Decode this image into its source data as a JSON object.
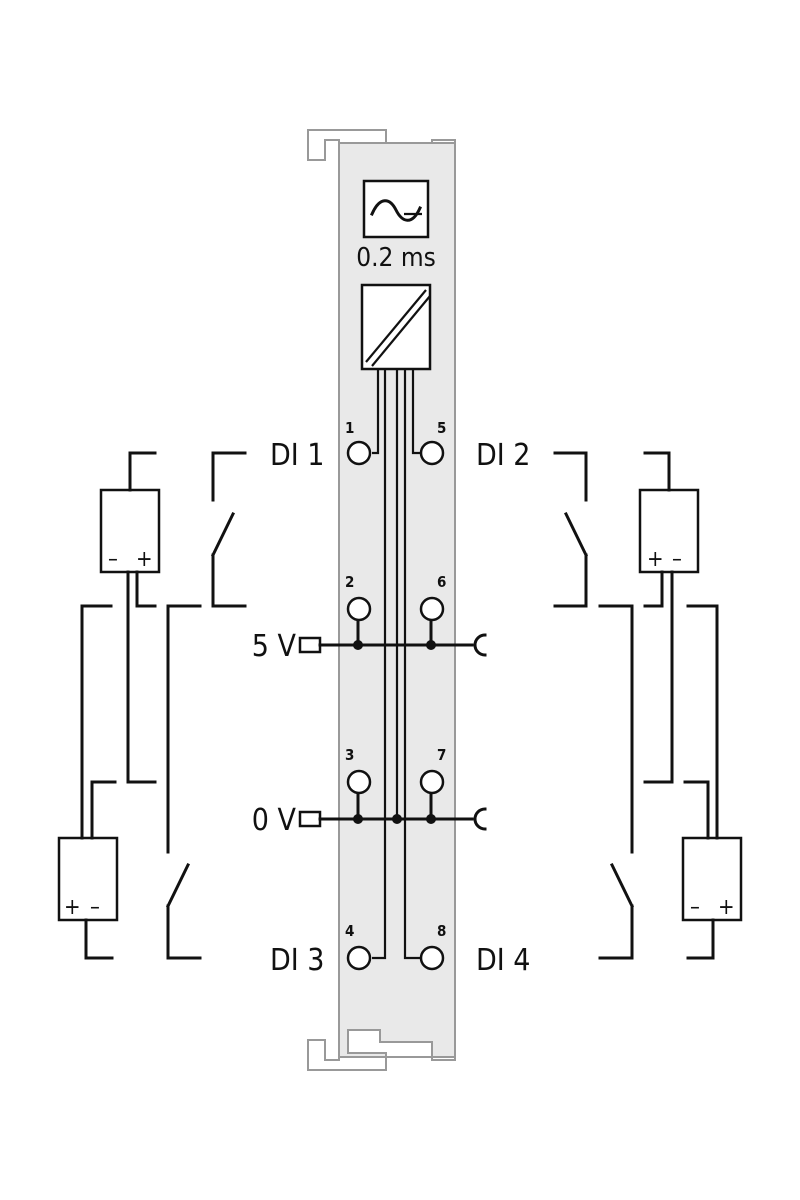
{
  "module": {
    "filter_time": "0.2 ms",
    "filter_icon": "ac-filter-icon",
    "converter_icon": "dc-dc-converter-icon"
  },
  "channels": {
    "di1": "DI 1",
    "di2": "DI 2",
    "di3": "DI 3",
    "di4": "DI 4"
  },
  "rails": {
    "plus": "5 V",
    "zero": "0 V"
  },
  "terminals": [
    "1",
    "2",
    "3",
    "4",
    "5",
    "6",
    "7",
    "8"
  ],
  "signs": {
    "plus": "+",
    "minus": "–"
  },
  "colors": {
    "module_body": "#e9e9e9",
    "module_outline": "#999999",
    "wiring": "#111111"
  }
}
